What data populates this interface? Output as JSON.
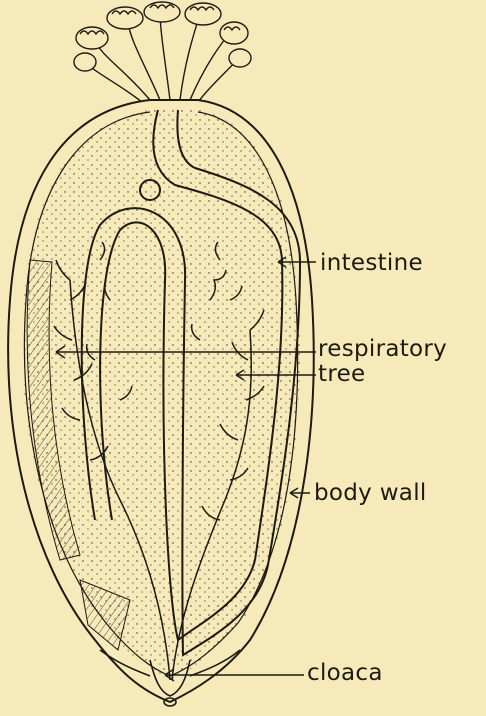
{
  "labels": {
    "intestine": "intestine",
    "respiratory_line1": "respiratory",
    "respiratory_line2": "tree",
    "body_wall": "body wall",
    "cloaca": "cloaca"
  },
  "colors": {
    "paper": "#f6eaba",
    "ink": "#1f1a12"
  }
}
